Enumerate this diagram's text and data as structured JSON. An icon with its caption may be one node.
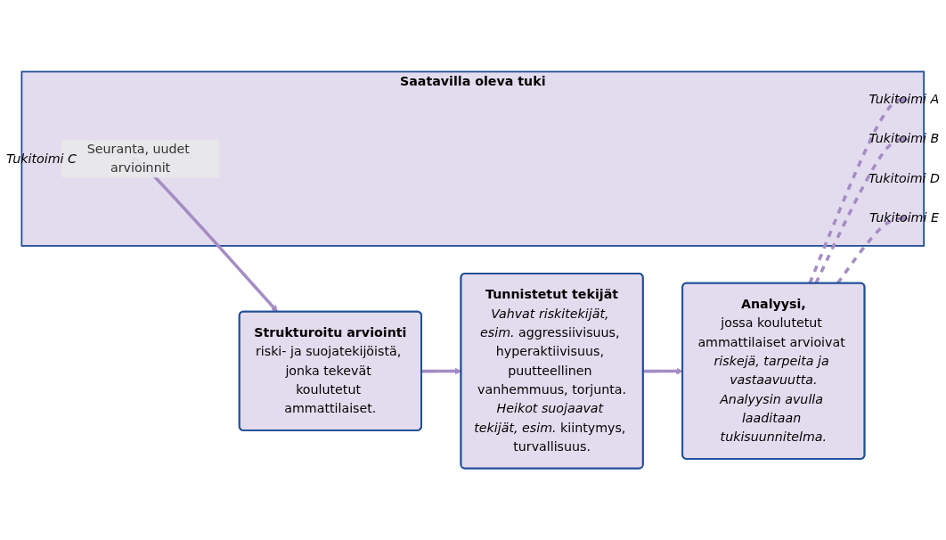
{
  "diagram": {
    "nodes": [
      {
        "text": [
          "Strukturoitu arviointi",
          "riski- ja suojatekijöistä, jonka tekevät koulutetut ammattilaiset."
        ]
      },
      {
        "text": [
          "Tunnistetut tekijät",
          "*Vahvat riskitekijät, esim.* aggressiivisuus, hyperaktiivisuus, puutteellinen vanhemmuus, torjunta.",
          "*Heikot suojaavat tekijät, esim.* kiintymys, turvallisuus."
        ]
      },
      {
        "text": [
          "Analyysi,",
          "jossa koulutetut ammattilaiset arvioivat *riskejä, tarpeita ja vastaavuutta.*",
          "Analyysin avulla laaditaan tukisuunnitelma."
        ]
      },
      {
        "text": [
          "Saatavilla oleva tuki"
        ]
      },
      {
        "text": [
          "Tukitoimi A"
        ],
        "in": 3
      },
      {
        "text": [
          "Tukitoimi B"
        ],
        "in": 3
      },
      {
        "text": [
          "Tukitoimi C"
        ],
        "in": 3
      },
      {
        "text": [
          "Tukitoimi D"
        ],
        "in": 3
      },
      {
        "text": [
          "Tukitoimi E"
        ],
        "in": 3
      }
    ],
    "edges": [
      {
        "from": 0,
        "to": 1,
        "arrow": "to"
      },
      {
        "from": 1,
        "to": 2,
        "arrow": "to"
      },
      {
        "from": 2,
        "to": 4,
        "arrow": "to",
        "style": "dashed"
      },
      {
        "from": 2,
        "to": 5,
        "arrow": "to",
        "style": "dashed"
      },
      {
        "from": 2,
        "to": 8,
        "arrow": "to",
        "style": "dashed"
      },
      {
        "from": 6,
        "to": 0,
        "arrow": "to",
        "label": "Seuranta, uudet arvioinnit"
      }
    ]
  }
}
